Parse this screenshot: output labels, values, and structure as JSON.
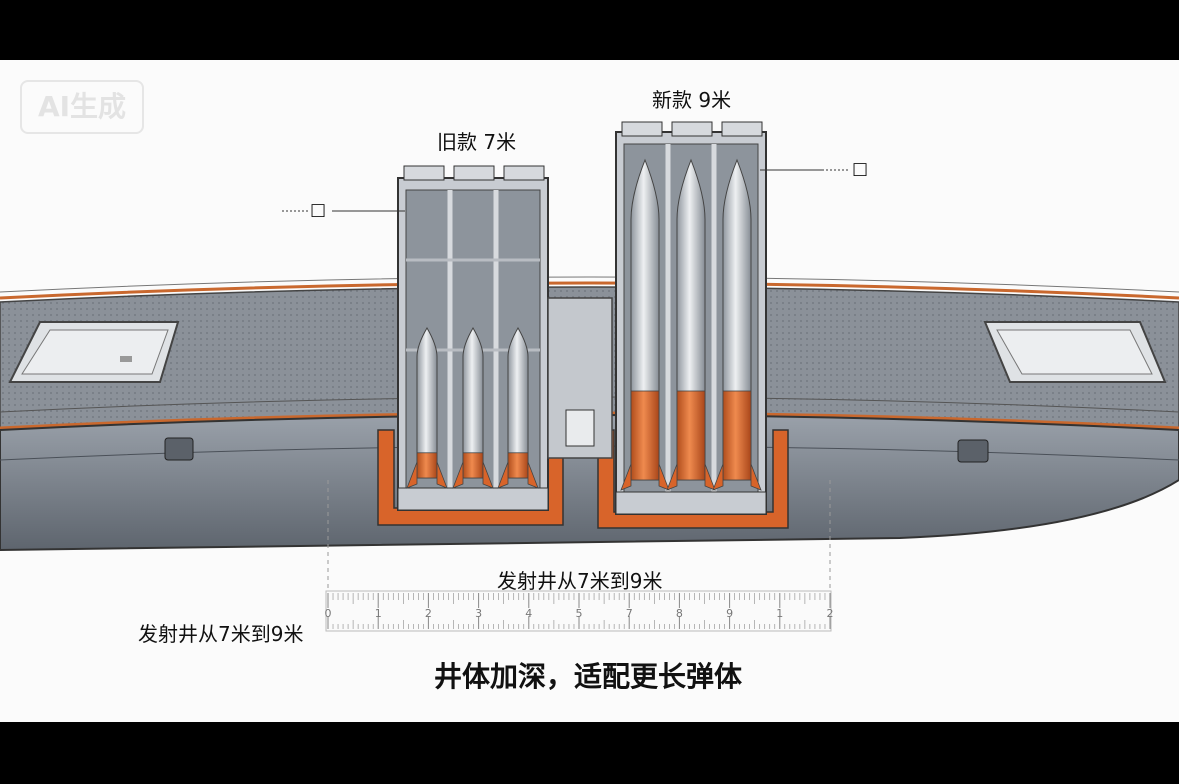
{
  "watermark": "AI生成",
  "labels": {
    "old_silo": "旧款 7米",
    "new_silo": "新款 9米",
    "callout_left": "□",
    "callout_right": "□",
    "ruler_caption_top": "发射井从7米到9米",
    "ruler_caption_left": "发射井从7米到9米",
    "footer_title": "井体加深，适配更长弹体"
  },
  "ruler": {
    "tick_labels": [
      "0",
      "1",
      "2",
      "3",
      "4",
      "5",
      "7",
      "8",
      "9",
      "1",
      "2"
    ]
  },
  "colors": {
    "hull": "#6f7680",
    "deck": "#8a9099",
    "orange": "#d8642a",
    "missile_body": "#c9ced4",
    "frame": "#c8ccd2"
  }
}
